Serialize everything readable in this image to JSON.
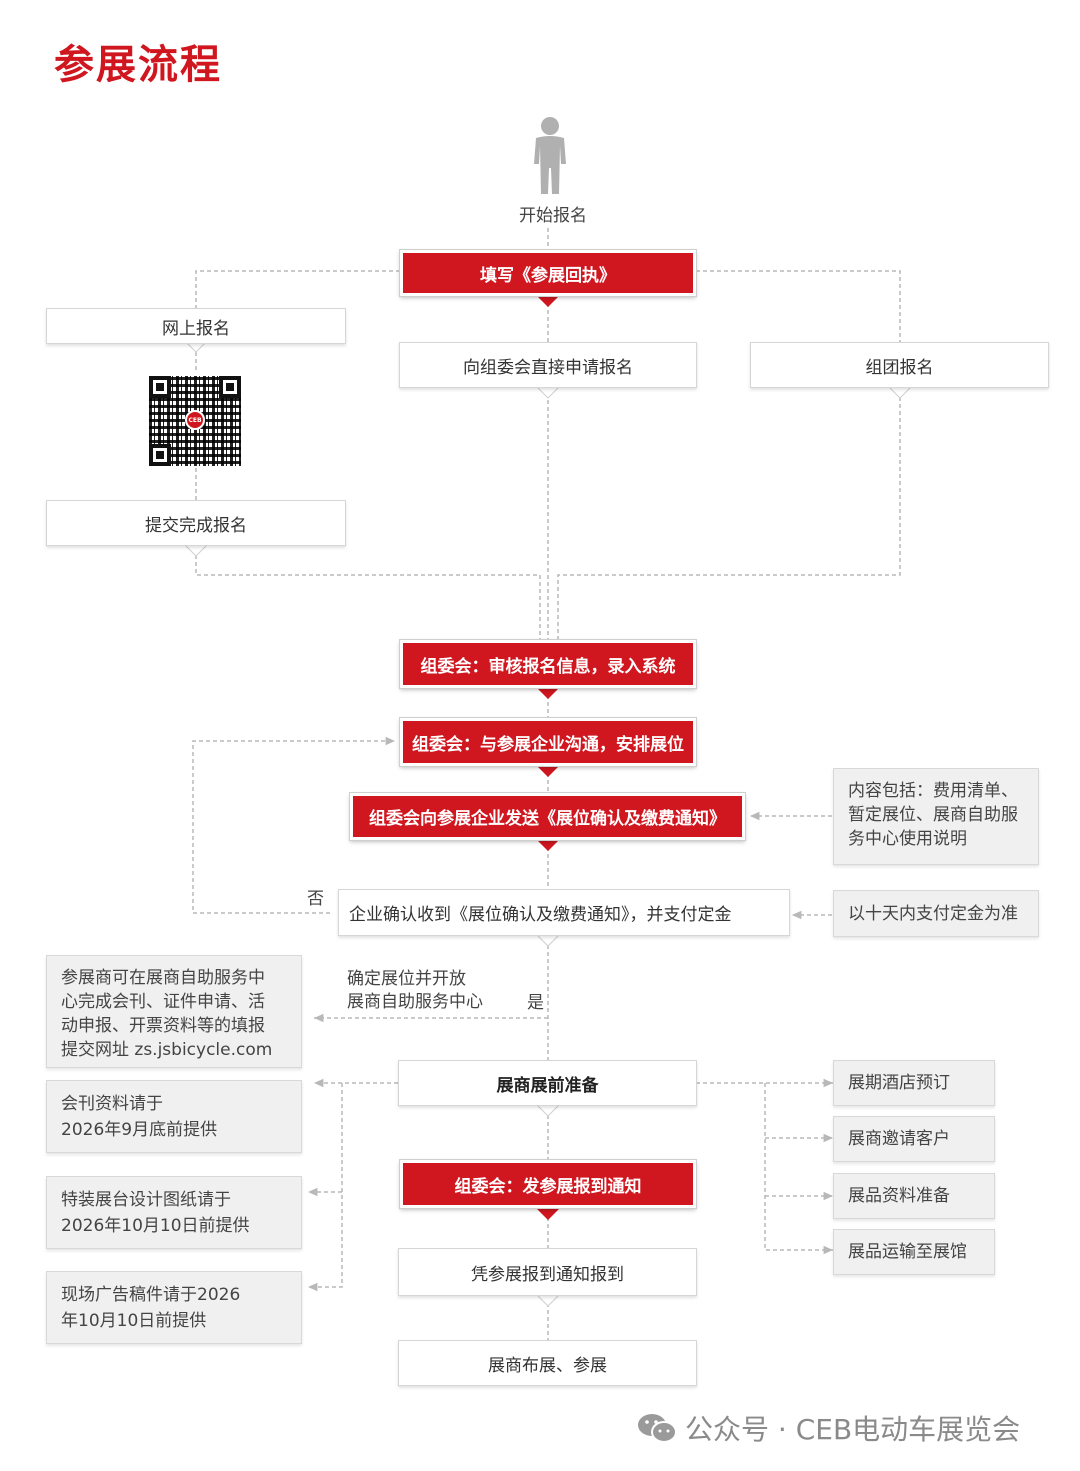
{
  "title": "参展流程",
  "start_label": "开始报名",
  "steps": {
    "fill_form": "填写《参展回执》",
    "online": "网上报名",
    "direct": "向组委会直接申请报名",
    "group": "组团报名",
    "submit": "提交完成报名",
    "review": "组委会：审核报名信息，录入系统",
    "communicate": "组委会：与参展企业沟通，安排展位",
    "send_notice": "组委会向参展企业发送《展位确认及缴费通知》",
    "confirm": "企业确认收到《展位确认及缴费通知》，并支付定金",
    "prep": "展商展前准备",
    "report_notice": "组委会：发参展报到通知",
    "checkin": "凭参展报到通知报到",
    "exhibit": "展商布展、参展"
  },
  "notes": {
    "notice_content": "内容包括：费用清单、\n暂定展位、展商自助服\n务中心使用说明",
    "deposit": "以十天内支付定金为准",
    "self_service": "参展商可在展商自助服务中\n心完成会刊、证件申请、活\n动申报、开票资料等的填报\n提交网址  zs.jsbicycle.com",
    "catalog": "会刊资料请于\n2026年9月底前提供",
    "booth_design": "特装展台设计图纸请于\n2026年10月10日前提供",
    "ad": "现场广告稿件请于2026\n年10月10日前提供"
  },
  "labels": {
    "no": "否",
    "yes": "是",
    "open_center": "确定展位并开放\n展商自助服务中心"
  },
  "right_tasks": [
    "展期酒店预订",
    "展商邀请客户",
    "展品资料准备",
    "展品运输至展馆"
  ],
  "qr_logo": "CEB",
  "watermark": "公众号 · CEB电动车展览会",
  "colors": {
    "accent": "#d0161f",
    "line": "#b8b8b8"
  },
  "icons": {
    "person": "person-icon",
    "qr": "qr-code",
    "wechat": "wechat-icon"
  }
}
